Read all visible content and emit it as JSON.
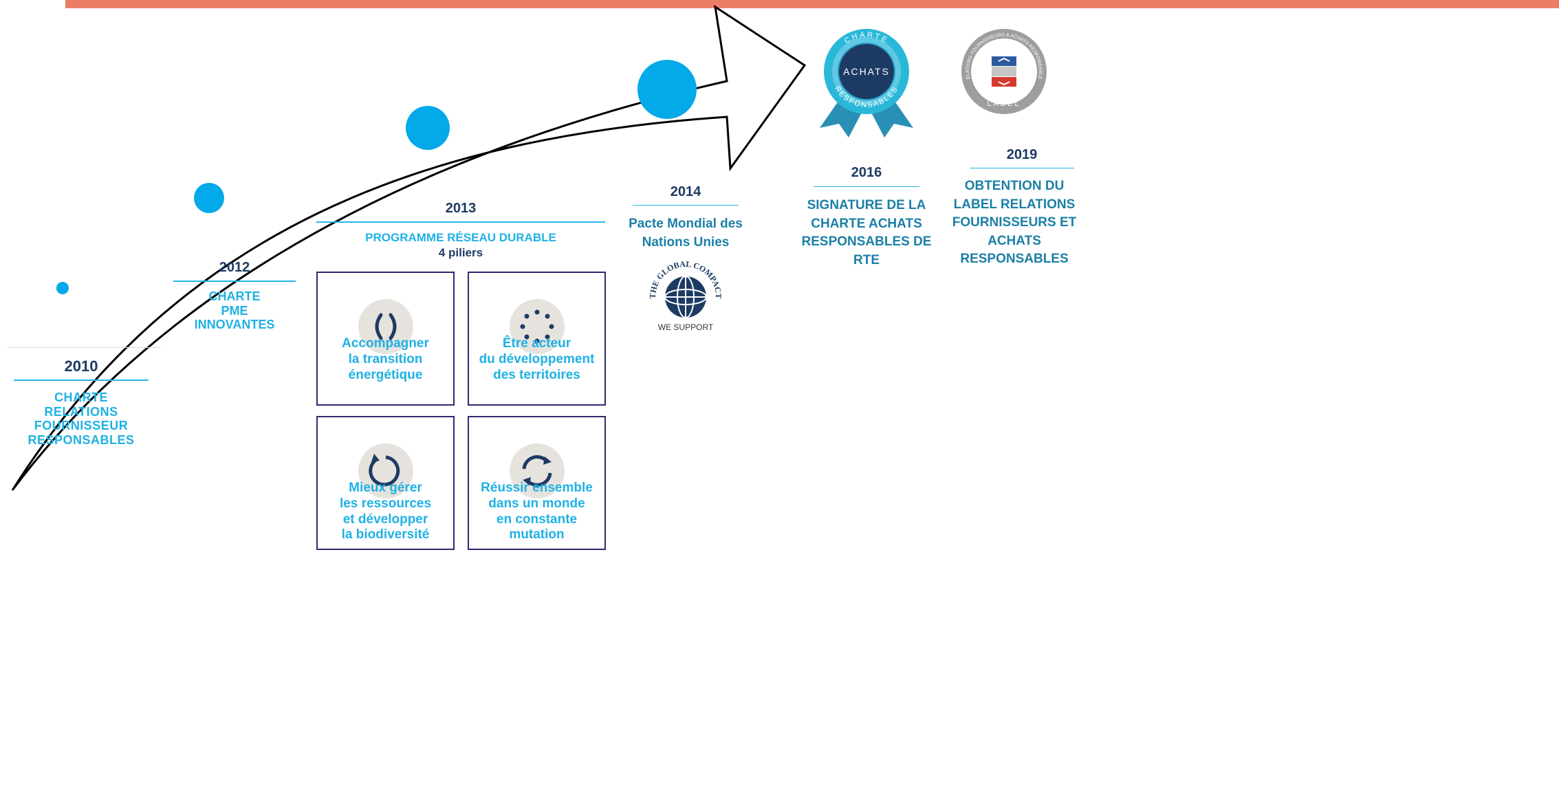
{
  "milestones": {
    "m2010": {
      "year": "2010",
      "title": "CHARTE RELATIONS FOURNISSEUR RESPONSABLES",
      "lines": [
        "CHARTE",
        "RELATIONS",
        "FOURNISSEUR",
        "RESPONSABLES"
      ]
    },
    "m2012": {
      "year": "2012",
      "lines": [
        "CHARTE",
        "PME",
        "INNOVANTES"
      ]
    },
    "m2013": {
      "year": "2013",
      "program": "PROGRAMME RÉSEAU DURABLE",
      "subtitle": "4 piliers",
      "pillars": [
        {
          "lines": [
            "Accompagner",
            "la transition",
            "énergétique"
          ],
          "icon": "parentheses-icon"
        },
        {
          "lines": [
            "Être acteur",
            "du développement",
            "des territoires"
          ],
          "icon": "dots-circle-icon"
        },
        {
          "lines": [
            "Mieux gérer",
            "les ressources",
            "et développer",
            "la biodiversité"
          ],
          "icon": "circular-arrow-icon"
        },
        {
          "lines": [
            "Réussir ensemble",
            "dans un monde",
            "en constante",
            "mutation"
          ],
          "icon": "refresh-icon"
        }
      ]
    },
    "m2014": {
      "year": "2014",
      "lines": [
        "Pacte Mondial des",
        "Nations Unies"
      ],
      "logo_text": "THE GLOBAL COMPACT",
      "logo_support": "WE SUPPORT"
    },
    "m2016": {
      "year": "2016",
      "lines": [
        "SIGNATURE DE LA",
        "CHARTE ACHATS",
        "RESPONSABLES DE",
        "RTE"
      ],
      "badge_center": "ACHATS",
      "badge_ring_top": "CHARTE",
      "badge_ring_bottom": "RESPONSABLES"
    },
    "m2019": {
      "year": "2019",
      "lines": [
        "OBTENTION DU",
        "LABEL RELATIONS",
        "FOURNISSEURS ET",
        "ACHATS",
        "RESPONSABLES"
      ],
      "badge_ring": "RELATIONS FOURNISSEURS & ACHATS RESPONSABLES",
      "badge_bottom": "LABEL"
    }
  },
  "colors": {
    "accent": "#ec7e68",
    "cyan": "#1fb1e3",
    "navy": "#1d3a63",
    "box_border": "#2d2a6e"
  }
}
